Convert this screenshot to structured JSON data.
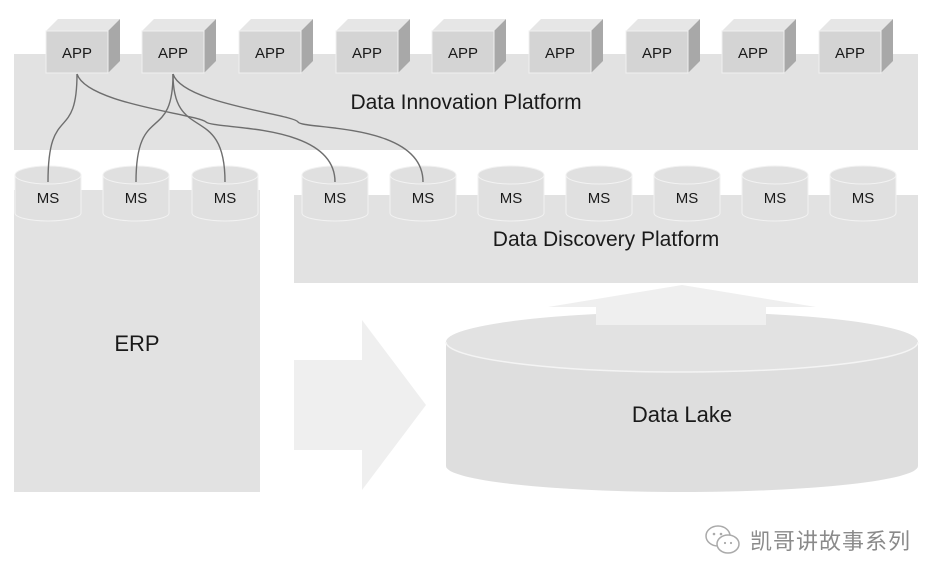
{
  "diagram": {
    "platforms": {
      "innovation": "Data Innovation Platform",
      "discovery": "Data Discovery Platform",
      "erp": "ERP",
      "lake": "Data Lake"
    },
    "apps": [
      "APP",
      "APP",
      "APP",
      "APP",
      "APP",
      "APP",
      "APP",
      "APP",
      "APP"
    ],
    "microservices": [
      "MS",
      "MS",
      "MS",
      "MS",
      "MS",
      "MS",
      "MS",
      "MS",
      "MS",
      "MS"
    ],
    "connections": [
      {
        "from_app": 1,
        "to_ms": 1
      },
      {
        "from_app": 1,
        "to_ms": 4
      },
      {
        "from_app": 2,
        "to_ms": 2
      },
      {
        "from_app": 2,
        "to_ms": 3
      },
      {
        "from_app": 2,
        "to_ms": 5
      }
    ],
    "flows": [
      {
        "from": "ERP",
        "to": "Data Lake",
        "shape": "arrow-right"
      },
      {
        "from": "Data Lake",
        "to": "Data Discovery Platform",
        "shape": "arrow-up"
      }
    ],
    "colors": {
      "platform_fill": "#e2e2e2",
      "app_front": "#d4d4d4",
      "app_top": "#e6e6e6",
      "app_side": "#a8a8a8",
      "ms_fill": "#e0e0e0",
      "arrow_fill": "#efefef",
      "line": "#6e6e6e"
    }
  },
  "watermark": {
    "icon": "wechat-icon",
    "text": "凯哥讲故事系列"
  }
}
